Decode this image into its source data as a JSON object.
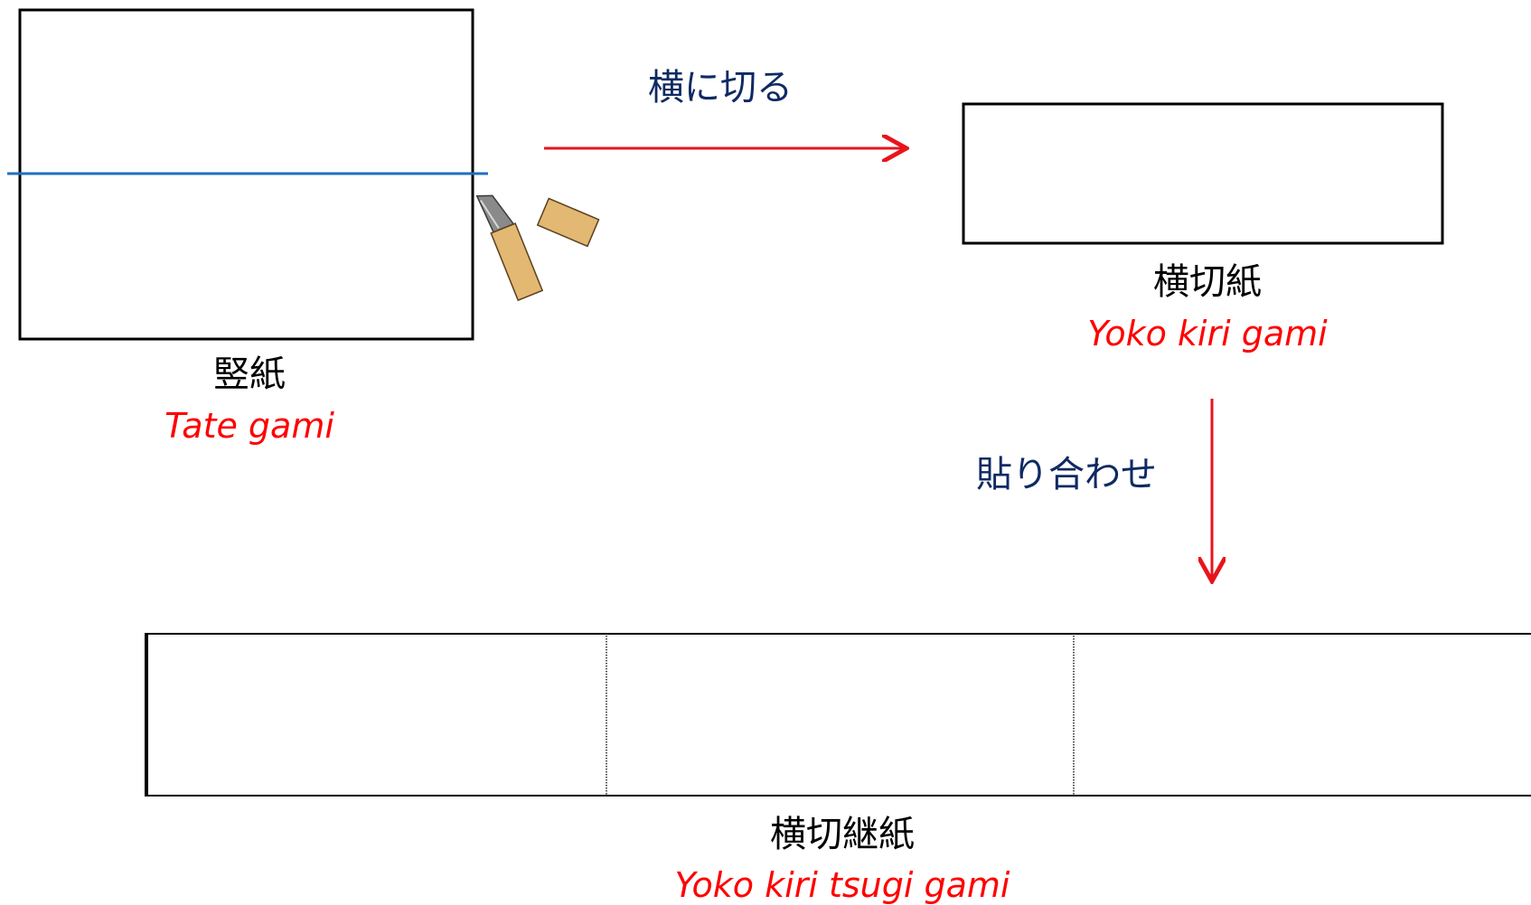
{
  "labels": {
    "cut_action": "横に切る",
    "paste_action": "貼り合わせ",
    "tate_gami_jp": "竪紙",
    "tate_gami_romaji": "Tate gami",
    "yoko_kiri_gami_jp": "横切紙",
    "yoko_kiri_gami_romaji": "Yoko kiri gami",
    "yoko_kiri_tsugi_gami_jp": "横切継紙",
    "yoko_kiri_tsugi_gami_romaji": "Yoko kiri tsugi gami"
  },
  "colors": {
    "arrow": "#e8141c",
    "cut_line": "#1f6fc0",
    "action_text": "#0f2a63",
    "romaji_text": "#ff0000",
    "outline": "#000000",
    "knife_blade": "#8a8a8a",
    "knife_handle": "#e2b872"
  },
  "icons": [
    "cutting-knife-icon"
  ]
}
